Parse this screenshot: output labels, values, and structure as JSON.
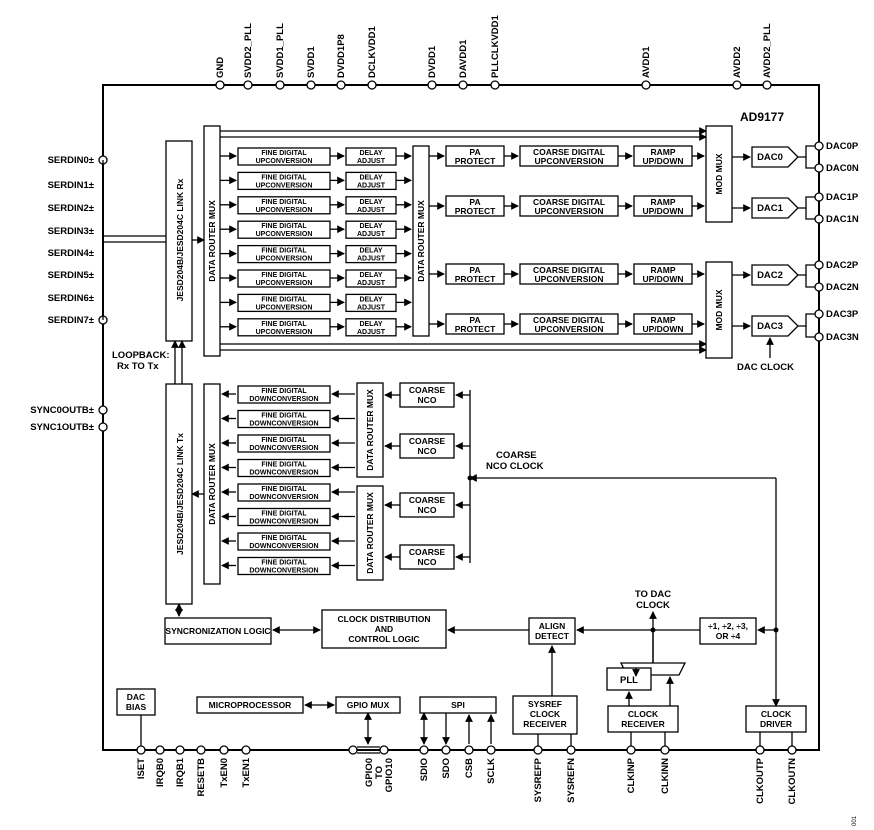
{
  "chip": {
    "name": "AD9177"
  },
  "top_pins": [
    "GND",
    "SVDD2_PLL",
    "SVDD1_PLL",
    "SVDD1",
    "DVDD1P8",
    "DCLKVDD1",
    "DVDD1",
    "DAVDD1",
    "PLLCLKVDD1",
    "AVDD1",
    "AVDD2",
    "AVDD2_PLL"
  ],
  "left_pins": [
    "SERDIN0±",
    "SERDIN1±",
    "SERDIN2±",
    "SERDIN3±",
    "SERDIN4±",
    "SERDIN5±",
    "SERDIN6±",
    "SERDIN7±"
  ],
  "sync_pins": [
    "SYNC0OUTB±",
    "SYNC1OUTB±"
  ],
  "right_pins": [
    "DAC0P",
    "DAC0N",
    "DAC1P",
    "DAC1N",
    "DAC2P",
    "DAC2N",
    "DAC3P",
    "DAC3N"
  ],
  "bottom_pins": [
    "ISET",
    "IRQB0",
    "IRQB1",
    "RESETB",
    "TxEN0",
    "TxEN1",
    "GPIO0 TO GPIO10",
    "SDIO",
    "SDO",
    "CSB",
    "SCLK",
    "SYSREFP",
    "SYSREFN",
    "CLKINP",
    "CLKINN",
    "CLKOUTP",
    "CLKOUTN"
  ],
  "blocks": {
    "link_rx": "JESD204B/JESD204C LINK Rx",
    "link_tx": "JESD204B/JESD204C LINK Tx",
    "data_router_mux": "DATA ROUTER MUX",
    "fine_up_1": "FINE DIGITAL",
    "fine_up_2": "UPCONVERSION",
    "delay_1": "DELAY",
    "delay_2": "ADJUST",
    "pa_1": "PA",
    "pa_2": "PROTECT",
    "coarse_up_1": "COARSE DIGITAL",
    "coarse_up_2": "UPCONVERSION",
    "ramp_1": "RAMP",
    "ramp_2": "UP/DOWN",
    "mod_mux": "MOD MUX",
    "dacs": [
      "DAC0",
      "DAC1",
      "DAC2",
      "DAC3"
    ],
    "fine_down_1": "FINE DIGITAL",
    "fine_down_2": "DOWNCONVERSION",
    "coarse_nco_1": "COARSE",
    "coarse_nco_2": "NCO",
    "sync_logic": "SYNCRONIZATION LOGIC",
    "clock_dist_1": "CLOCK DISTRIBUTION",
    "clock_dist_2": "AND",
    "clock_dist_3": "CONTROL LOGIC",
    "align_1": "ALIGN",
    "align_2": "DETECT",
    "divider_1": "÷1, ÷2, ÷3,",
    "divider_2": "OR ÷4",
    "pll": "PLL",
    "clock_receiver_1": "CLOCK",
    "clock_receiver_2": "RECEIVER",
    "sysref_1": "SYSREF",
    "sysref_2": "CLOCK",
    "sysref_3": "RECEIVER",
    "clock_driver_1": "CLOCK",
    "clock_driver_2": "DRIVER",
    "dac_bias_1": "DAC",
    "dac_bias_2": "BIAS",
    "microprocessor": "MICROPROCESSOR",
    "gpio_mux": "GPIO MUX",
    "spi": "SPI"
  },
  "labels": {
    "loopback_1": "LOOPBACK:",
    "loopback_2": "Rx TO Tx",
    "dac_clock": "DAC CLOCK",
    "coarse_nco_clock_1": "COARSE",
    "coarse_nco_clock_2": "NCO CLOCK",
    "to_dac_clock_1": "TO DAC",
    "to_dac_clock_2": "CLOCK",
    "figure_id": "001"
  }
}
